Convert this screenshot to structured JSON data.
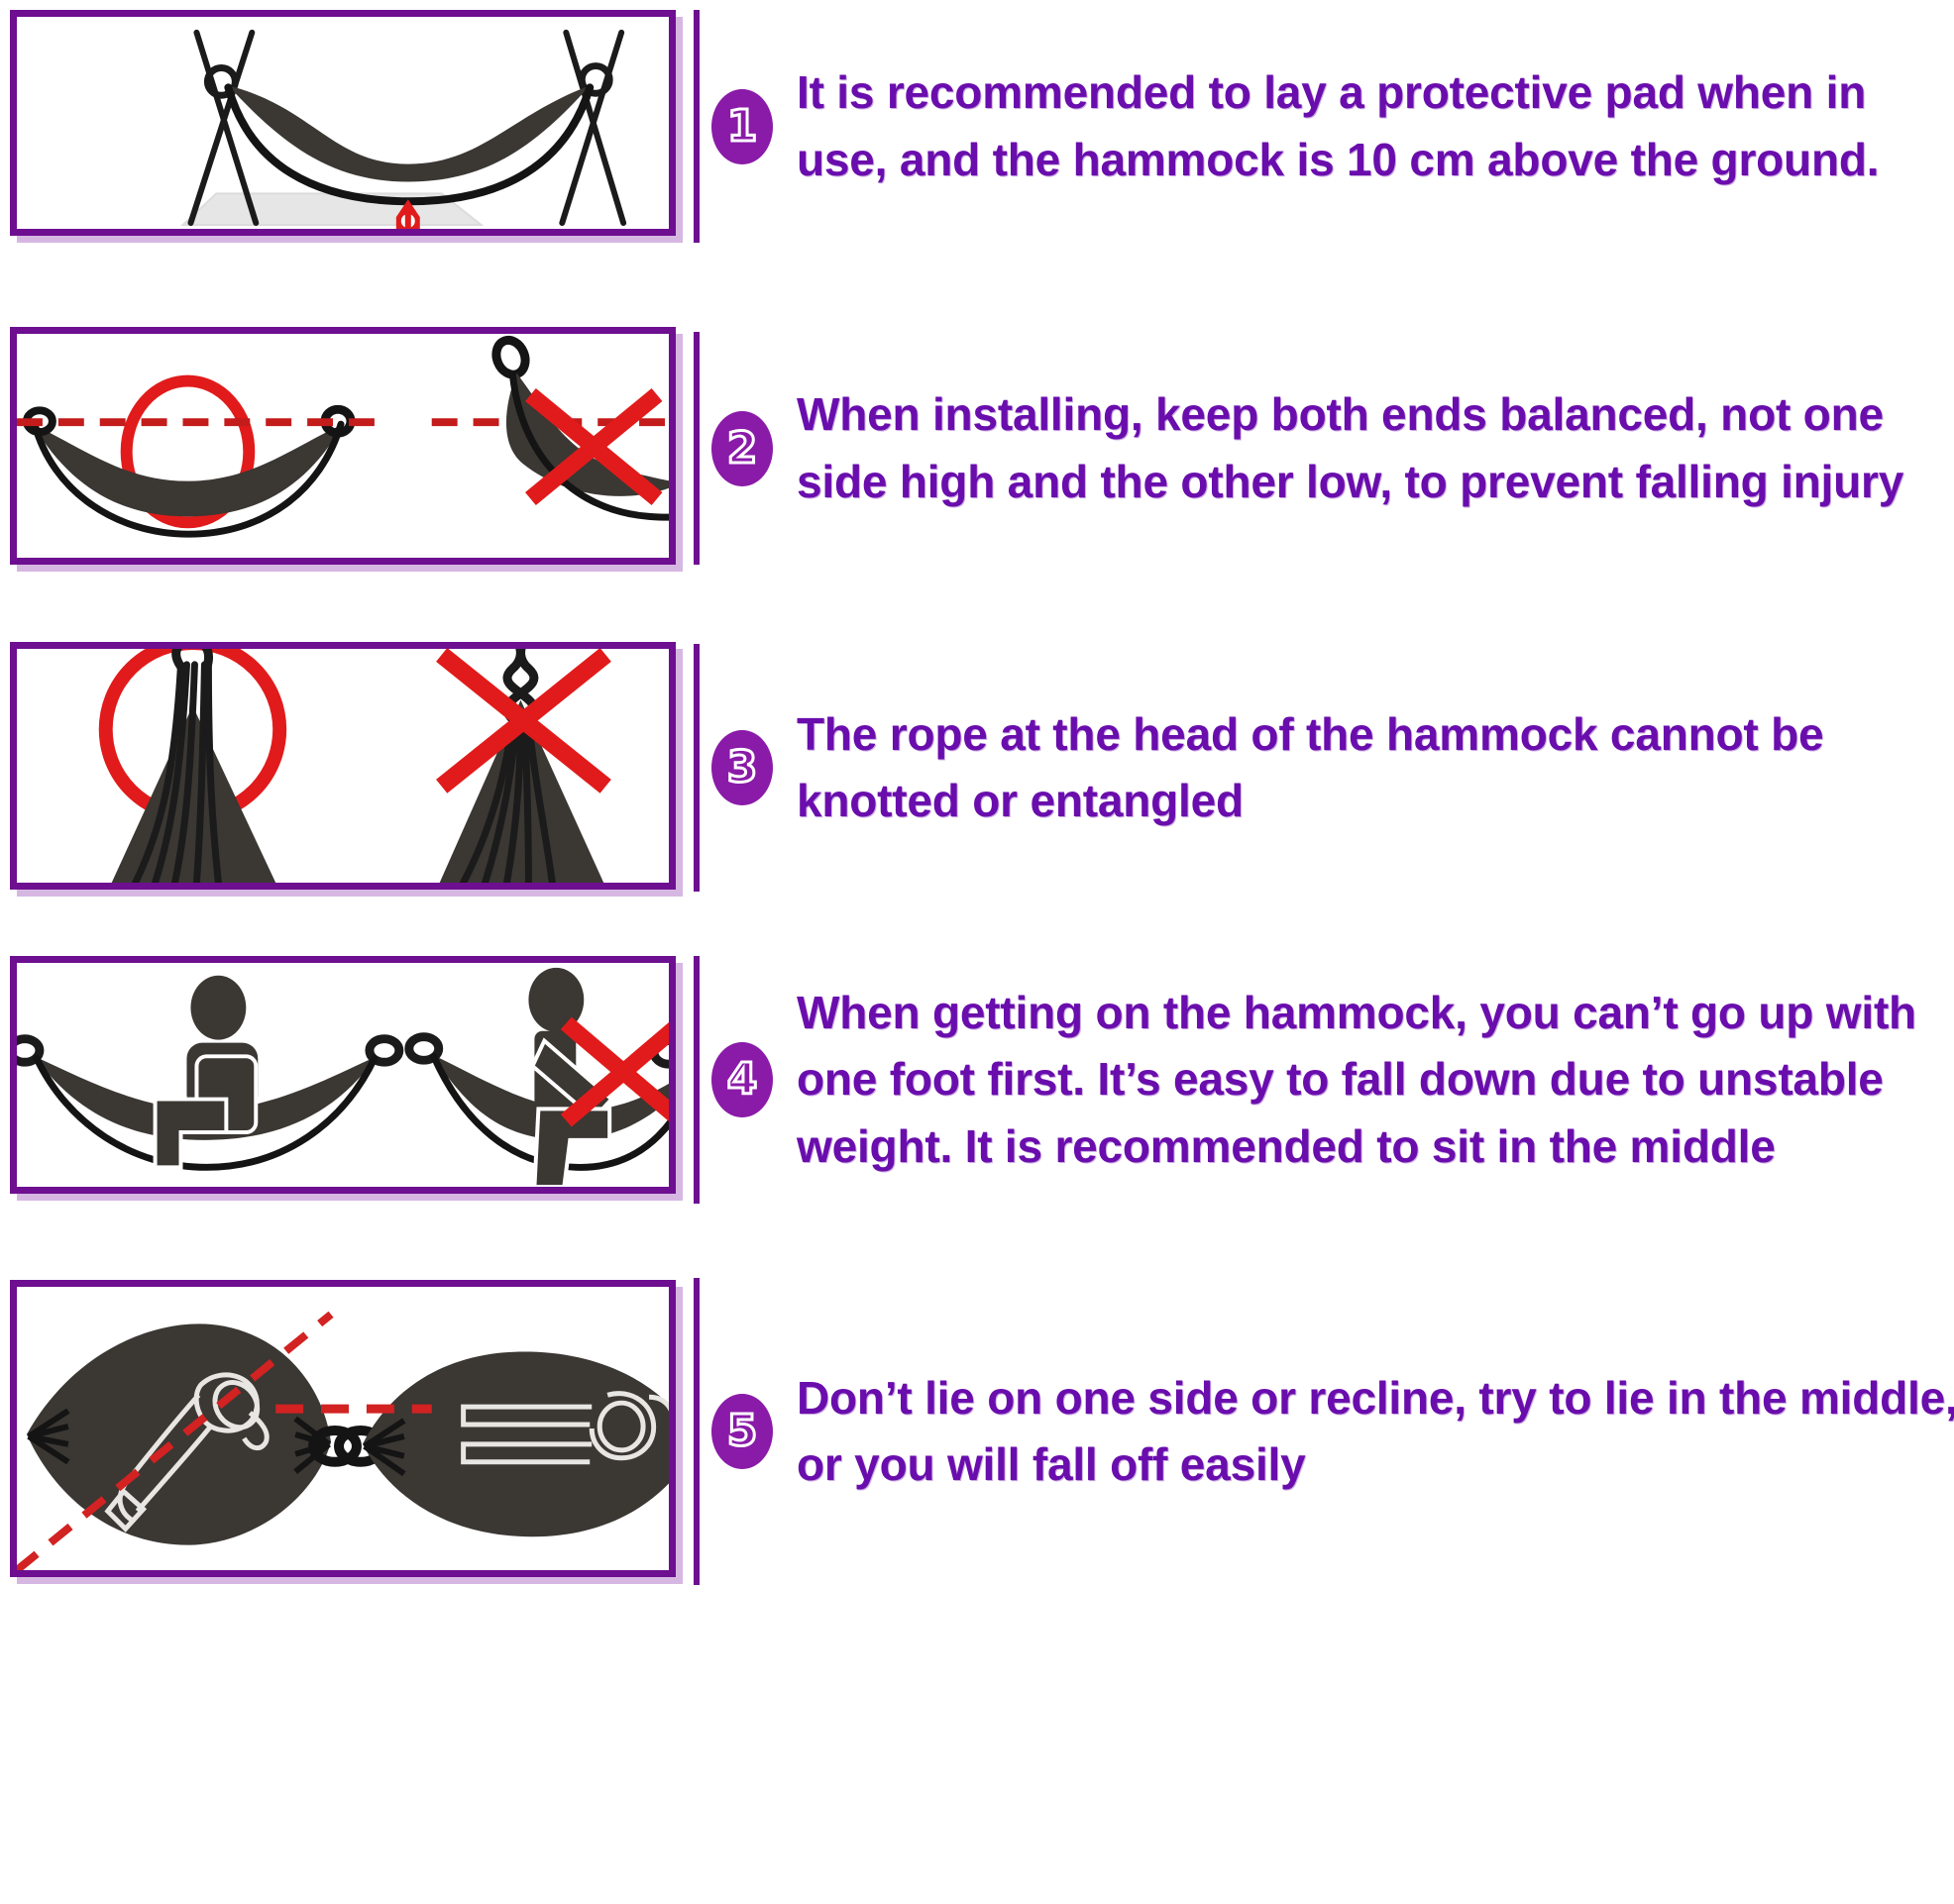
{
  "document": {
    "kind": "hammock-safety-instructions",
    "accent_purple": "#6d0f90",
    "text_purple": "#6a0dad",
    "badge_purple": "#8a1aa8",
    "warning_red": "#d62020",
    "fabric_dark": "#3b3733",
    "pad_gray": "#e3e3e3"
  },
  "steps": [
    {
      "number": "1",
      "text": "It is recommended to lay a protective pad when in use, and the hammock is 10 cm above the ground.",
      "illustration": "hammock-on-stand-over-protective-pad-with-height-arrow"
    },
    {
      "number": "2",
      "text": "When installing, keep both ends balanced, not one side high and the other low, to prevent falling injury",
      "illustration": "balanced-hammock-circled-correct-versus-tilted-hammock-crossed-out"
    },
    {
      "number": "3",
      "text": "The rope at the head of the hammock cannot be knotted or entangled",
      "illustration": "untangled-rope-circled-correct-versus-knotted-rope-crossed-out"
    },
    {
      "number": "4",
      "text": "When getting on the hammock, you can’t go up with one foot first. It’s easy to fall down due to unstable weight. It is recommended to sit in the middle",
      "illustration": "person-sitting-centered-correct-versus-person-stepping-with-one-foot-crossed-out"
    },
    {
      "number": "5",
      "text": "Don’t lie on one side or recline, try to lie in the middle, or you will fall off easily",
      "illustration": "person-lying-diagonally-off-center-versus-person-lying-straight-in-the-middle"
    }
  ]
}
